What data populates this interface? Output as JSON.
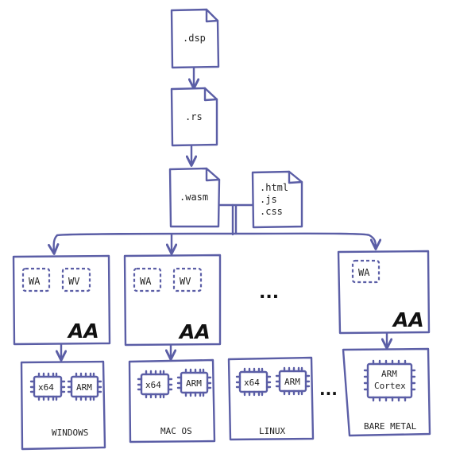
{
  "files": {
    "dsp": ".dsp",
    "rs": ".rs",
    "wasm": ".wasm",
    "web_html": ".html",
    "web_js": ".js",
    "web_css": ".css"
  },
  "boxes": {
    "wa": "WA",
    "wv": "WV",
    "aa": "AA"
  },
  "ellipsis": "...",
  "chips": {
    "x64": "x64",
    "arm": "ARM",
    "arm_cortex_line1": "ARM",
    "arm_cortex_line2": "Cortex"
  },
  "platforms": {
    "windows": "WINDOWS",
    "macos": "MAC OS",
    "linux": "LINUX",
    "bare_metal": "BARE METAL"
  },
  "colors": {
    "ink": "#5b5ea6",
    "text": "#222222"
  }
}
